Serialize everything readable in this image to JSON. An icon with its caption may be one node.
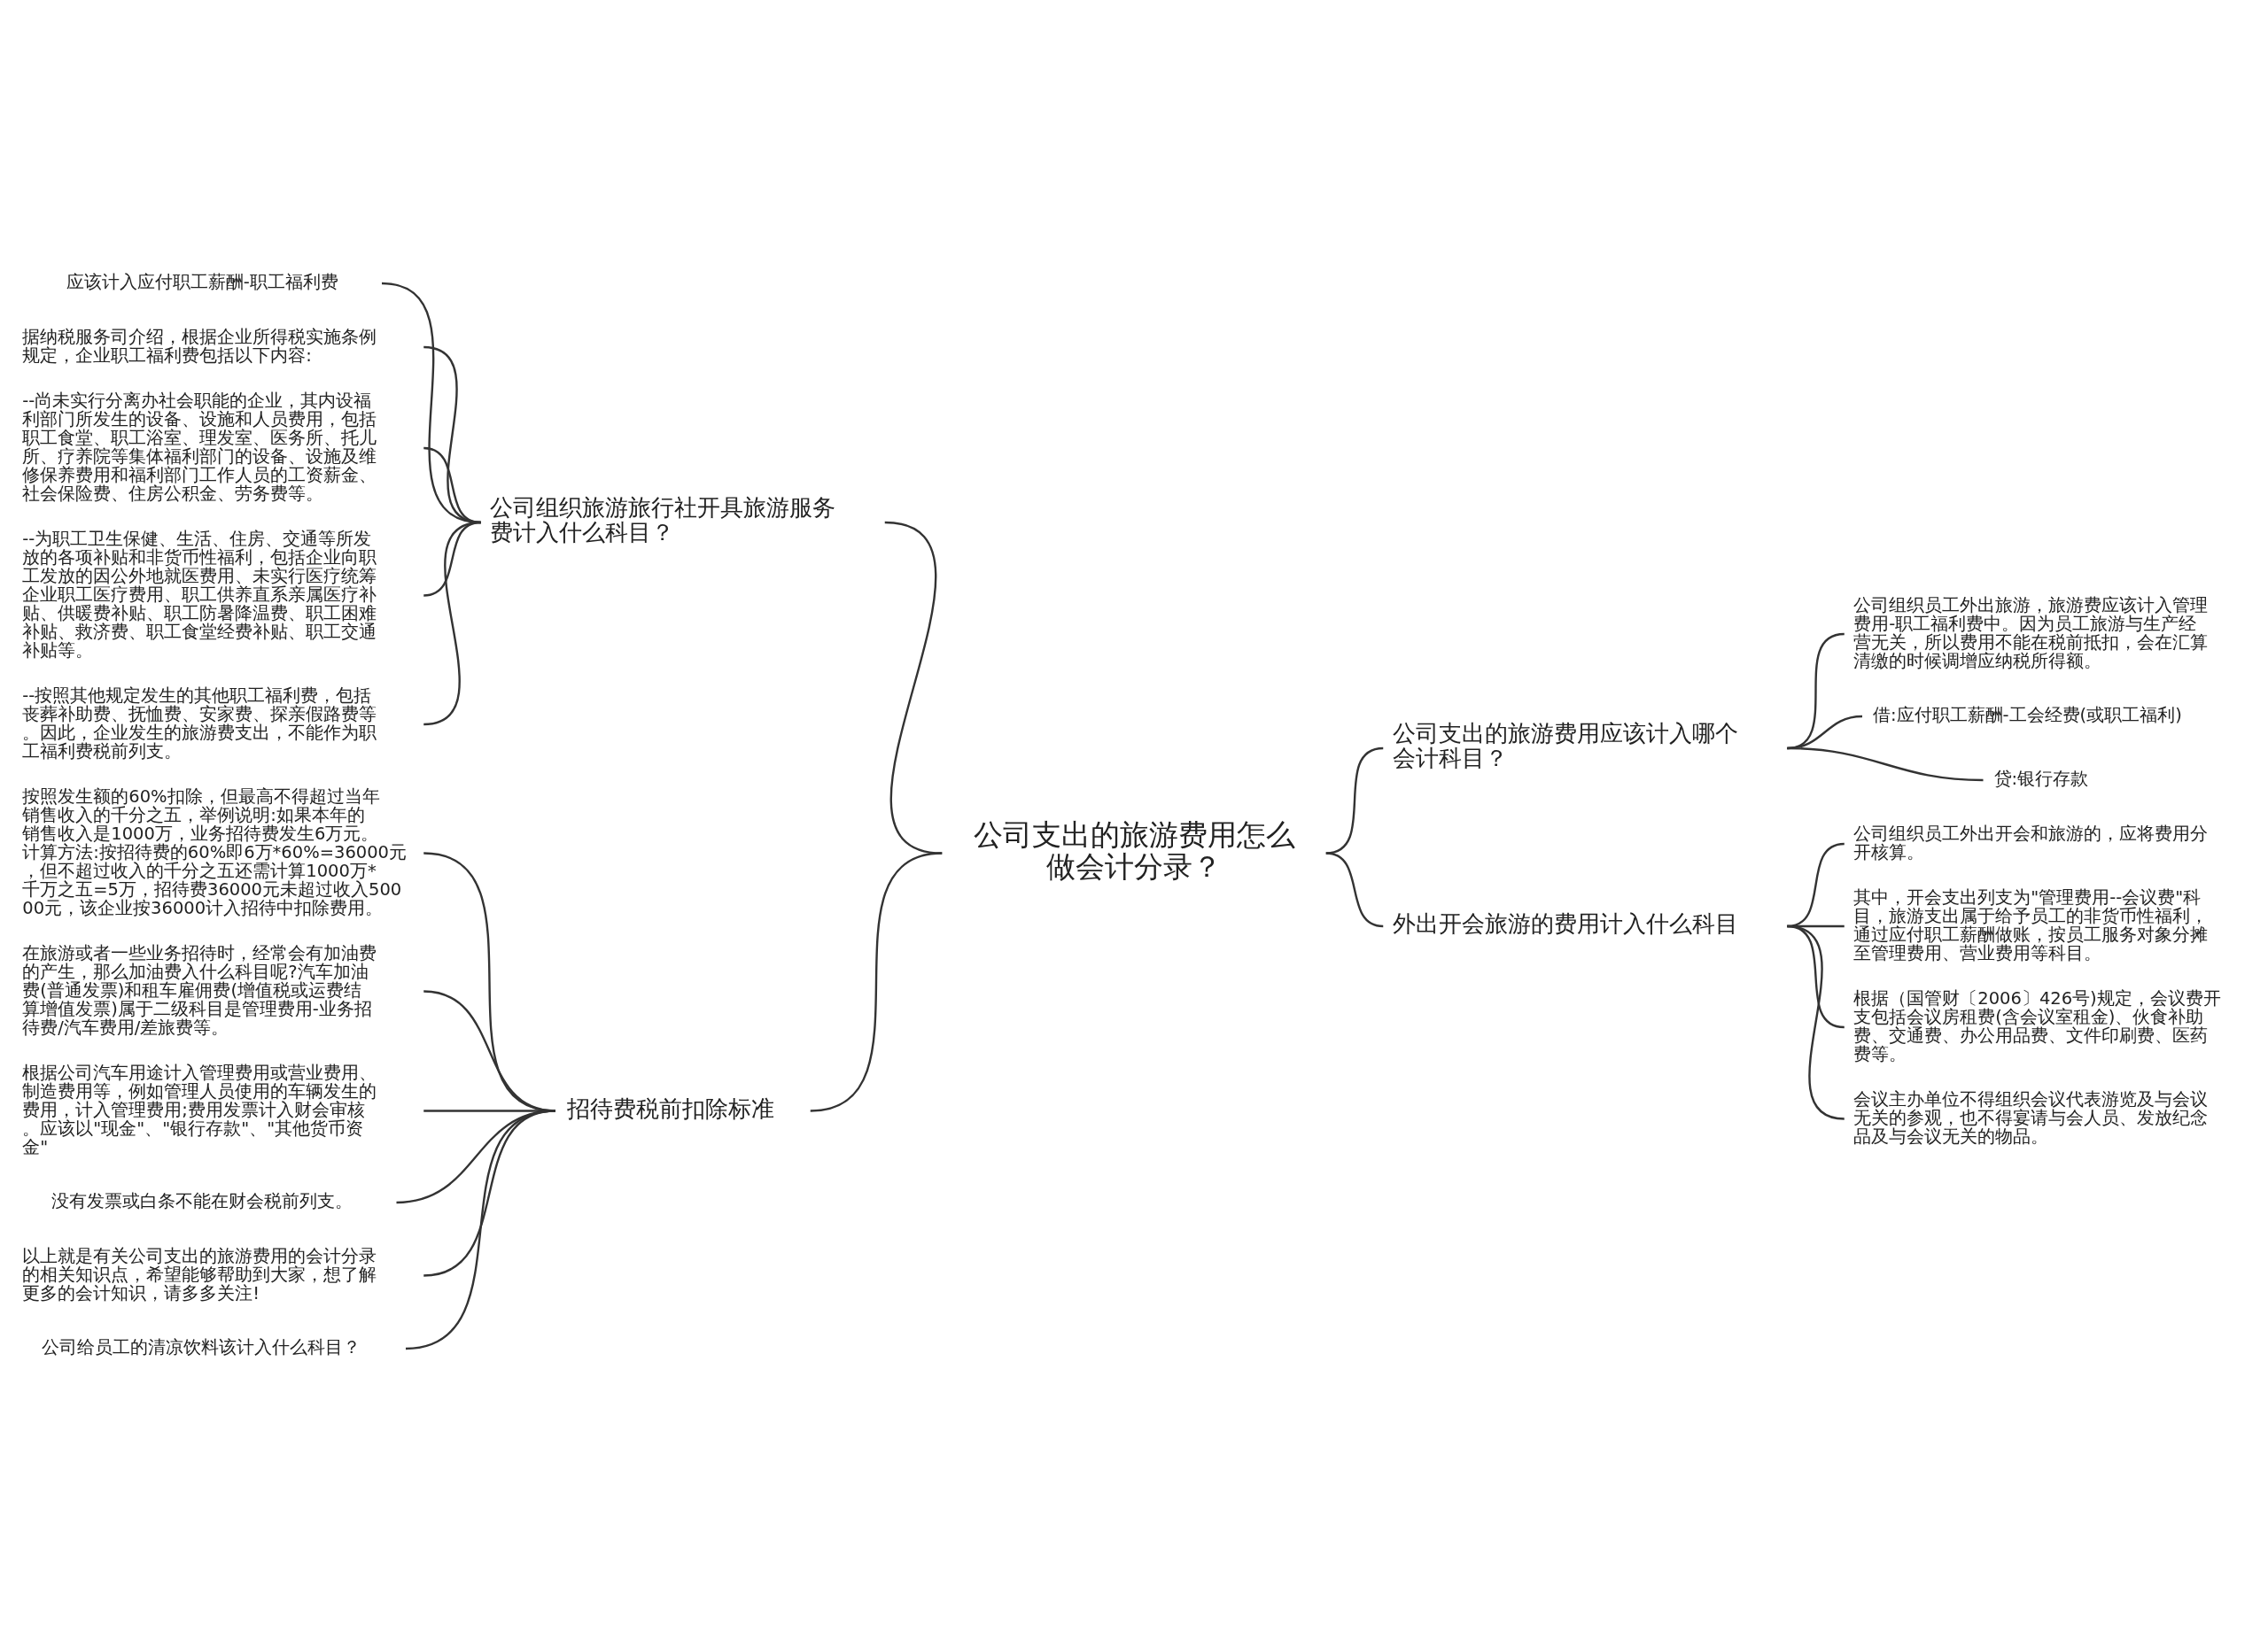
{
  "diagram": {
    "nodes": [
      {
        "text": [
          "公司支出的旅游费用怎么做会计分录？"
        ]
      },
      {
        "text": [
          "公司组织旅游旅行社开具旅游服务费计入什么科目？"
        ]
      },
      {
        "text": [
          "应该计入应付职工薪酬-职工福利费"
        ]
      },
      {
        "text": [
          "据纳税服务司介绍，根据企业所得税实施条例规定，企业职工福利费包括以下内容:"
        ]
      },
      {
        "text": [
          "--尚未实行分离办社会职能的企业，其内设福利部门所发生的设备、设施和人员费用，包括职工食堂、职工浴室、理发室、医务所、托儿所、疗养院等集体福利部门的设备、设施及维修保养费用和福利部门工作人员的工资薪金、社会保险费、住房公积金、劳务费等。"
        ]
      },
      {
        "text": [
          "--为职工卫生保健、生活、住房、交通等所发放的各项补贴和非货币性福利，包括企业向职工发放的因公外地就医费用、未实行医疗统筹企业职工医疗费用、职工供养直系亲属医疗补贴、供暖费补贴、职工防暑降温费、职工困难补贴、救济费、职工食堂经费补贴、职工交通补贴等。"
        ]
      },
      {
        "text": [
          "--按照其他规定发生的其他职工福利费，包括丧葬补助费、抚恤费、安家费、探亲假路费等。因此，企业发生的旅游费支出，不能作为职工福利费税前列支。"
        ]
      },
      {
        "text": [
          "公司支出的旅游费用应该计入哪个会计科目？"
        ]
      },
      {
        "text": [
          "公司组织员工外出旅游，旅游费应该计入管理费用-职工福利费中。因为员工旅游与生产经营无关，所以费用不能在税前抵扣，会在汇算清缴的时候调增应纳税所得额。"
        ]
      },
      {
        "text": [
          "借:应付职工薪酬-工会经费(或职工福利)"
        ]
      },
      {
        "text": [
          "贷:银行存款"
        ]
      },
      {
        "text": [
          "外出开会旅游的费用计入什么科目"
        ]
      },
      {
        "text": [
          "公司组织员工外出开会和旅游的，应将费用分开核算。"
        ]
      },
      {
        "text": [
          "其中，开会支出列支为\"管理费用--会议费\"科目，旅游支出属于给予员工的非货币性福利，通过应付职工薪酬做账，按员工服务对象分摊至管理费用、营业费用等科目。"
        ]
      },
      {
        "text": [
          "根据（国管财〔2006〕426号)规定，会议费开支包括会议房租费(含会议室租金)、伙食补助费、交通费、办公用品费、文件印刷费、医药费等。"
        ]
      },
      {
        "text": [
          "会议主办单位不得组织会议代表游览及与会议无关的参观，也不得宴请与会人员、发放纪念品及与会议无关的物品。"
        ]
      },
      {
        "text": [
          "招待费税前扣除标准"
        ]
      },
      {
        "text": [
          "按照发生额的60%扣除，但最高不得超过当年销售收入的千分之五，举例说明:如果本年的销售收入是1000万，业务招待费发生6万元。计算方法:按招待费的60%即6万*60%=36000元，但不超过收入的千分之五还需计算1000万*千万之五=5万，招待费36000元未超过收入50000元，该企业按36000计入招待中扣除费用。"
        ]
      },
      {
        "text": [
          "在旅游或者一些业务招待时，经常会有加油费的产生，那么加油费入什么科目呢?汽车加油费(普通发票)和租车雇佣费(增值税或运费结算增值发票)属于二级科目是管理费用-业务招待费/汽车费用/差旅费等。"
        ]
      },
      {
        "text": [
          "根据公司汽车用途计入管理费用或营业费用、制造费用等，例如管理人员使用的车辆发生的费用，计入管理费用;费用发票计入财会审核。应该以\"现金\"、\"银行存款\"、\"其他货币资金\""
        ]
      },
      {
        "text": [
          "没有发票或白条不能在财会税前列支。"
        ]
      },
      {
        "text": [
          "以上就是有关公司支出的旅游费用的会计分录的相关知识点，希望能够帮助到大家，想了解更多的会计知识，请多多关注!"
        ]
      },
      {
        "text": [
          "公司给员工的清凉饮料该计入什么科目？"
        ]
      }
    ],
    "edges": [
      {
        "from": 1,
        "to": 0,
        "arrow": "none"
      },
      {
        "from": 2,
        "to": 1,
        "arrow": "none"
      },
      {
        "from": 3,
        "to": 1,
        "arrow": "none"
      },
      {
        "from": 4,
        "to": 1,
        "arrow": "none"
      },
      {
        "from": 5,
        "to": 1,
        "arrow": "none"
      },
      {
        "from": 6,
        "to": 1,
        "arrow": "none"
      },
      {
        "from": 0,
        "to": 7,
        "arrow": "none"
      },
      {
        "from": 7,
        "to": 8,
        "arrow": "none"
      },
      {
        "from": 7,
        "to": 9,
        "arrow": "none"
      },
      {
        "from": 7,
        "to": 10,
        "arrow": "none"
      },
      {
        "from": 0,
        "to": 11,
        "arrow": "none"
      },
      {
        "from": 11,
        "to": 12,
        "arrow": "none"
      },
      {
        "from": 11,
        "to": 13,
        "arrow": "none"
      },
      {
        "from": 11,
        "to": 14,
        "arrow": "none"
      },
      {
        "from": 11,
        "to": 15,
        "arrow": "none"
      },
      {
        "from": 16,
        "to": 0,
        "arrow": "none"
      },
      {
        "from": 17,
        "to": 16,
        "arrow": "none"
      },
      {
        "from": 18,
        "to": 16,
        "arrow": "none"
      },
      {
        "from": 19,
        "to": 16,
        "arrow": "none"
      },
      {
        "from": 20,
        "to": 16,
        "arrow": "none"
      },
      {
        "from": 21,
        "to": 16,
        "arrow": "none"
      },
      {
        "from": 22,
        "to": 16,
        "arrow": "none"
      }
    ]
  }
}
